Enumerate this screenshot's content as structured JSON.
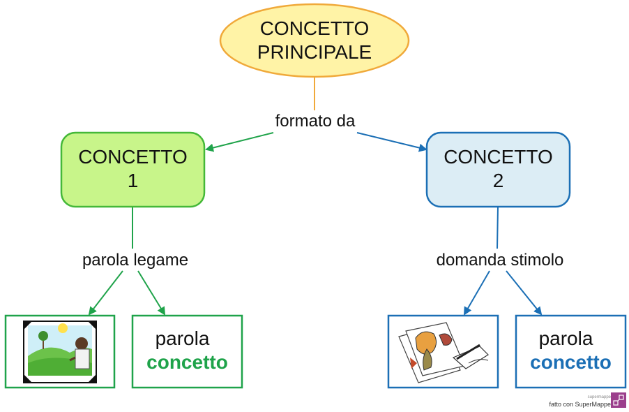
{
  "main_concept": {
    "line1": "CONCETTO",
    "line2": "PRINCIPALE",
    "fill": "#FFF3A6",
    "border": "#F0A93A"
  },
  "link_main": {
    "label": "formato da"
  },
  "concept1": {
    "line1": "CONCETTO",
    "line2": "1",
    "fill": "#C8F58A",
    "border": "#44B838"
  },
  "concept2": {
    "line1": "CONCETTO",
    "line2": "2",
    "fill": "#DCEDF5",
    "border": "#1B6FB5"
  },
  "link_left": {
    "label": "parola legame"
  },
  "link_right": {
    "label": "domanda stimolo"
  },
  "leaf_left": {
    "word": "parola",
    "concept": "concetto",
    "concept_color": "#1FA34A"
  },
  "leaf_right": {
    "word": "parola",
    "concept": "concetto",
    "concept_color": "#1B6FB5"
  },
  "images": {
    "left": "landscape-photo-icon",
    "right": "drawing-sketches-icon"
  },
  "footer": {
    "small_text": "supermappe",
    "credit": "fatto con SuperMappe",
    "logo_color": "#9B3F8C"
  },
  "colors": {
    "green_line": "#1FA34A",
    "blue_line": "#1B6FB5",
    "orange_line": "#F0A93A"
  }
}
